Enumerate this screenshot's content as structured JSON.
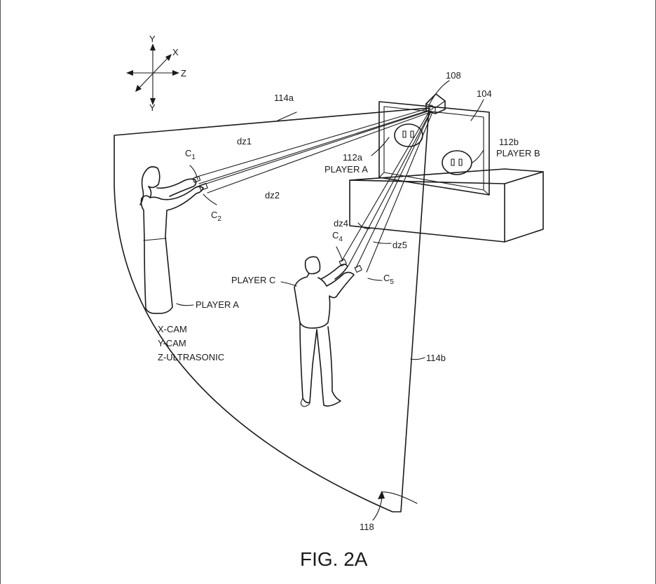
{
  "axes": {
    "y_top": "Y",
    "x": "X",
    "z": "Z",
    "y_bottom": "Y"
  },
  "refs": {
    "camera": "108",
    "display": "104",
    "fov_left_edge": "114a",
    "fov_right_edge": "114b",
    "play_area": "118",
    "avatar_a": "112a",
    "avatar_b": "112b"
  },
  "display_labels": {
    "player_a": "PLAYER A",
    "player_b": "PLAYER B"
  },
  "distances": {
    "dz1": "dz1",
    "dz2": "dz2",
    "dz4": "dz4",
    "dz5": "dz5"
  },
  "controllers": {
    "c1": {
      "letter": "C",
      "sub": "1"
    },
    "c2": {
      "letter": "C",
      "sub": "2"
    },
    "c4": {
      "letter": "C",
      "sub": "4"
    },
    "c5": {
      "letter": "C",
      "sub": "5"
    }
  },
  "players": {
    "a": "PLAYER A",
    "c": "PLAYER C"
  },
  "tracking": {
    "x": "X-CAM",
    "y": "Y-CAM",
    "z": "Z-ULTRASONIC"
  },
  "figure_label": "FIG. 2A"
}
